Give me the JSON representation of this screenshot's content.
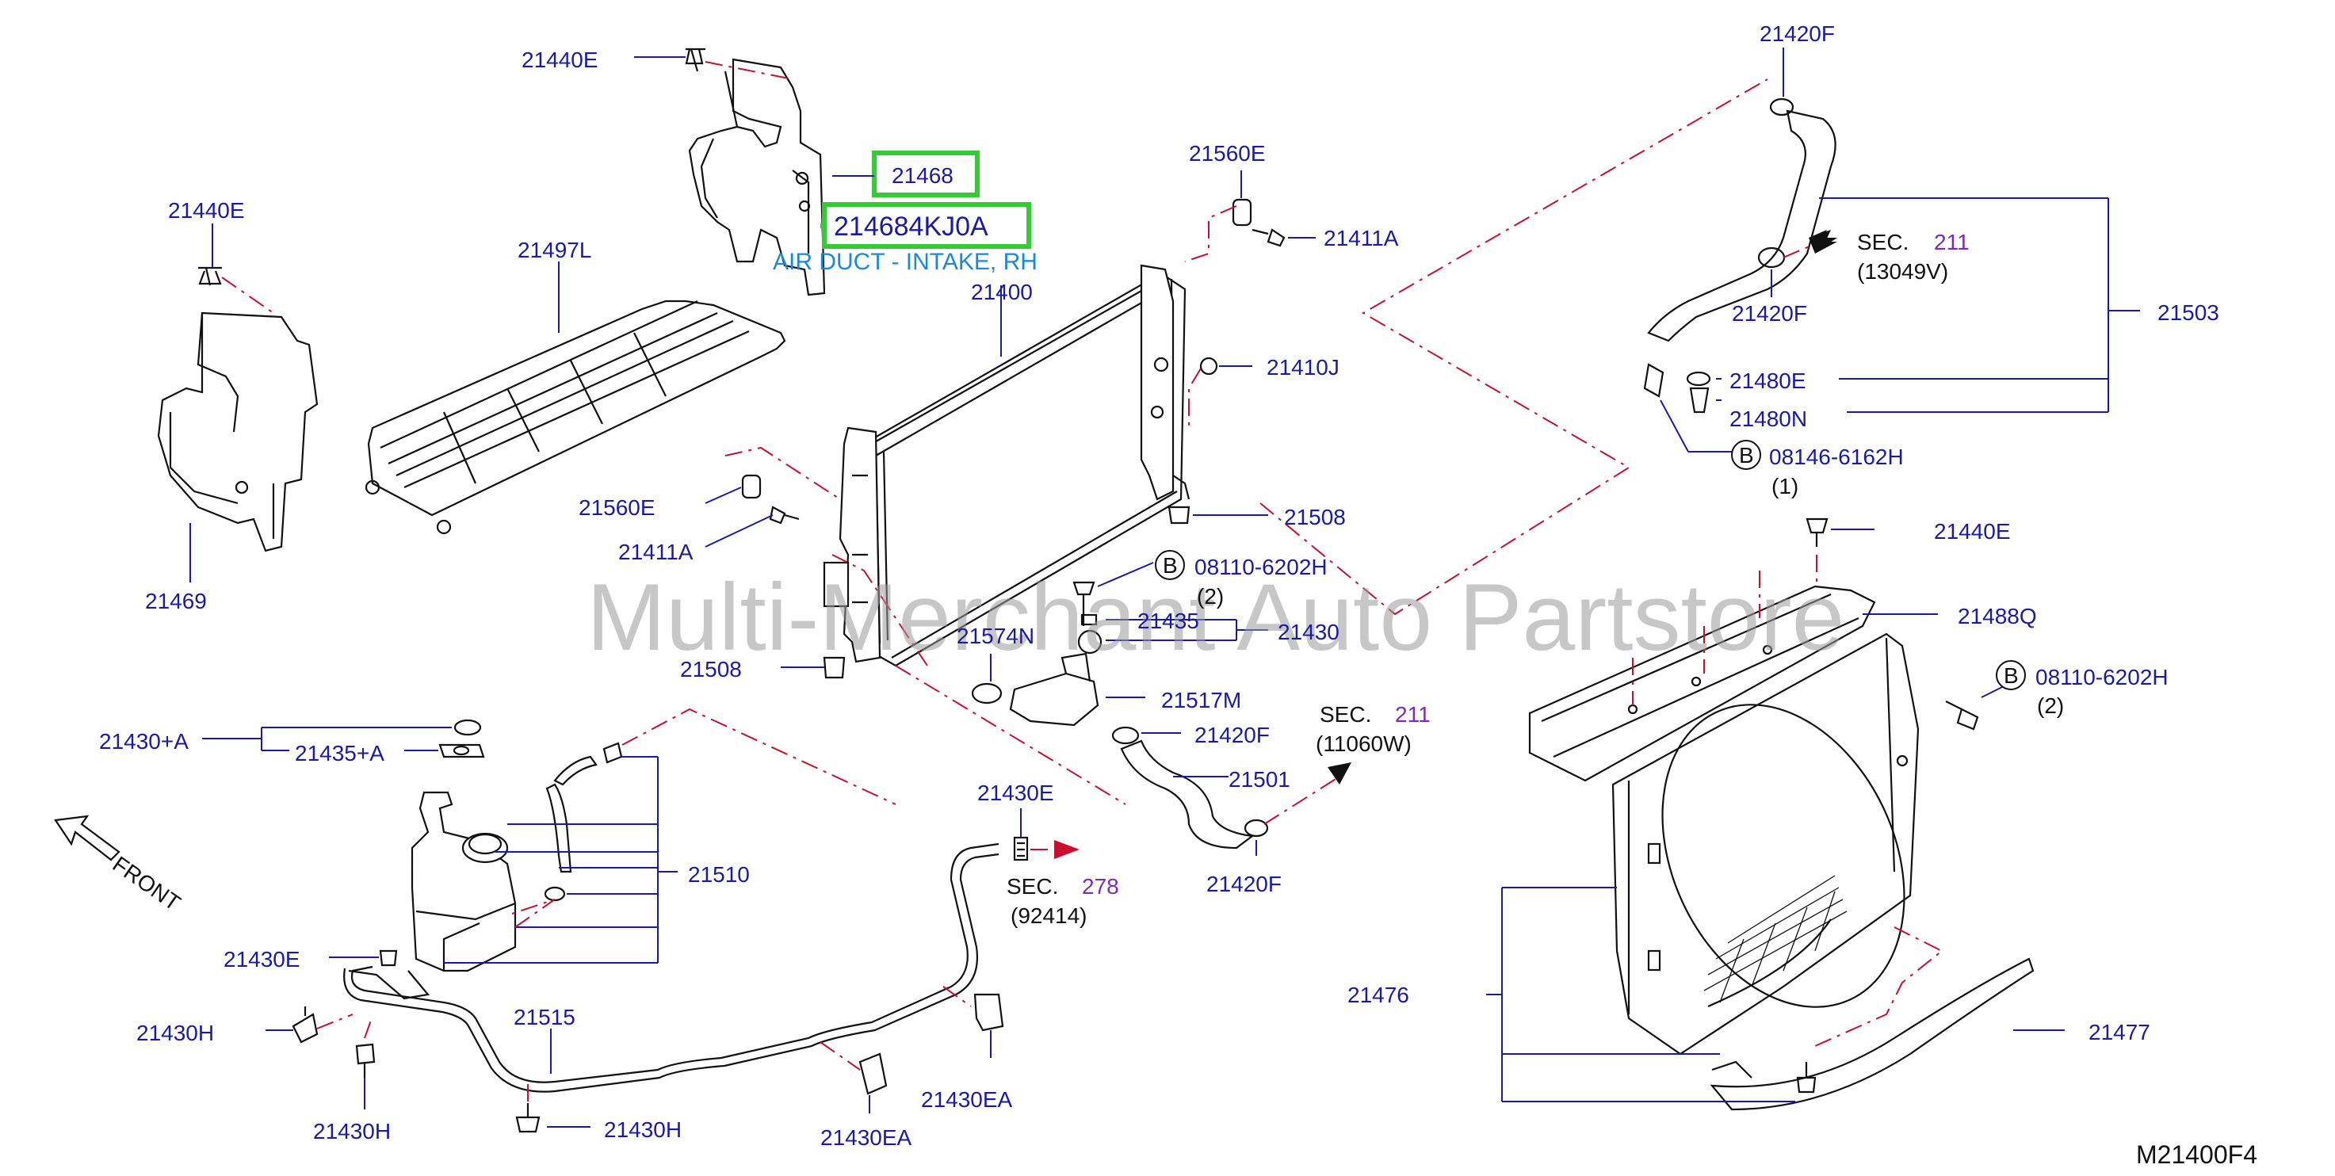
{
  "watermark": "Multi-Merchant Auto Partstore",
  "diagram_code": "M21400F4",
  "front_label": "FRONT",
  "highlight": {
    "part_21468": "21468",
    "part_main": "214684KJ0A",
    "description": "AIR DUCT - INTAKE, RH"
  },
  "labels": {
    "p21440E_top": "21440E",
    "p21440E_left": "21440E",
    "p21440E_right": "21440E",
    "p21497L": "21497L",
    "p21469": "21469",
    "p21400": "21400",
    "p21560E_top": "21560E",
    "p21411A_top": "21411A",
    "p21410J": "21410J",
    "p21560E_mid": "21560E",
    "p21411A_mid": "21411A",
    "p21508_right": "21508",
    "p21508_left": "21508",
    "p21574N": "21574N",
    "p21435": "21435",
    "p21430": "21430",
    "p21517M": "21517M",
    "p21420F_mid": "21420F",
    "p21501": "21501",
    "p21420F_low": "21420F",
    "p21420F_top": "21420F",
    "p21420F_upper": "21420F",
    "p21503": "21503",
    "p21480E": "21480E",
    "p21480N": "21480N",
    "p21488Q": "21488Q",
    "p21476": "21476",
    "p21477": "21477",
    "p21430A": "21430+A",
    "p21435A": "21435+A",
    "p21510": "21510",
    "p21430E_left": "21430E",
    "p21430E_top": "21430E",
    "p21430H_1": "21430H",
    "p21430H_2": "21430H",
    "p21430H_3": "21430H",
    "p21515": "21515",
    "p21430EA_1": "21430EA",
    "p21430EA_2": "21430EA"
  },
  "bolts": {
    "b1_letter": "B",
    "b1_code": "08146-6162H",
    "b1_qty": "(1)",
    "b2_letter": "B",
    "b2_code": "08110-6202H",
    "b2_qty": "(2)",
    "b3_letter": "B",
    "b3_code": "08110-6202H",
    "b3_qty": "(2)"
  },
  "sections": {
    "s1_label": "SEC.",
    "s1_num": "211",
    "s1_ref": "(13049V)",
    "s2_label": "SEC.",
    "s2_num": "211",
    "s2_ref": "(11060W)",
    "s3_label": "SEC.",
    "s3_num": "278",
    "s3_ref": "(92414)"
  }
}
